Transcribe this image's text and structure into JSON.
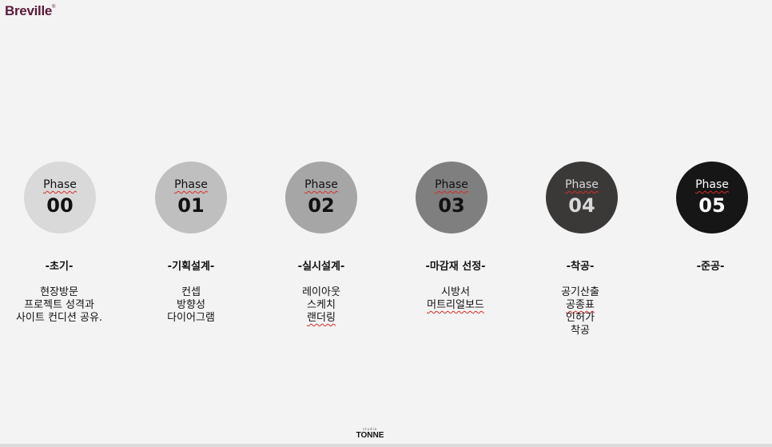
{
  "brand": {
    "logo_text": "Breville",
    "logo_mark": "®",
    "logo_color": "#5b1a3a"
  },
  "phases": [
    {
      "word": "Phase",
      "number": "00",
      "fill": "#d9d9d9",
      "text_color": "#111111",
      "title": "-초기-",
      "lines": [
        "현장방문",
        "프로젝트 성격과",
        "사이트 컨디션 공유."
      ]
    },
    {
      "word": "Phase",
      "number": "01",
      "fill": "#bfbfbf",
      "text_color": "#111111",
      "title": "-기획설계-",
      "lines": [
        "컨셉",
        "방향성",
        "다이어그램"
      ]
    },
    {
      "word": "Phase",
      "number": "02",
      "fill": "#a6a6a6",
      "text_color": "#111111",
      "title": "-실시설계-",
      "lines": [
        "레이아웃",
        "스케치",
        "랜더링"
      ]
    },
    {
      "word": "Phase",
      "number": "03",
      "fill": "#7f7f7f",
      "text_color": "#111111",
      "title": "-마감재 선정-",
      "lines": [
        "시방서",
        "머트리얼보드"
      ]
    },
    {
      "word": "Phase",
      "number": "04",
      "fill": "#3b3838",
      "text_color": "#d9d9d9",
      "title": "-착공-",
      "lines": [
        "공기산출",
        "공종표",
        "인허가",
        "착공"
      ]
    },
    {
      "word": "Phase",
      "number": "05",
      "fill": "#161616",
      "text_color": "#ffffff",
      "title": "-준공-",
      "lines": []
    }
  ],
  "footer": {
    "small_text": "studio",
    "brand_text": "TONNE"
  }
}
